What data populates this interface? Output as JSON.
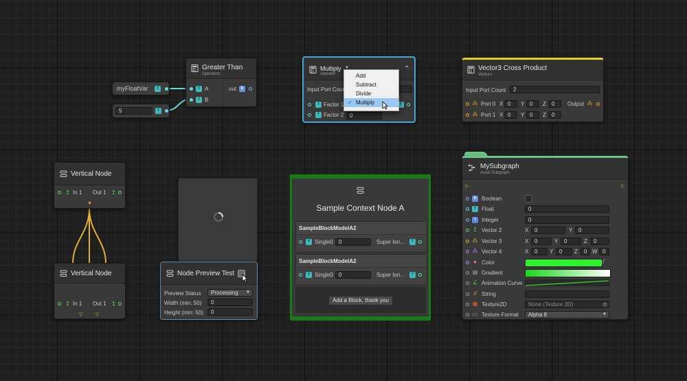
{
  "float_var": {
    "label": "myFloatVar"
  },
  "float_const": {
    "value": "5"
  },
  "greater_than": {
    "title": "Greater Than",
    "subtitle": "Operators",
    "port_a": "A",
    "port_b": "B",
    "port_out": "out"
  },
  "multiply": {
    "title": "Multiply",
    "subtitle": "operator",
    "input_port_count_label": "Input Port Count",
    "factor1": "Factor 1",
    "factor2": "Factor 2",
    "factor2_value": "0",
    "dropdown": [
      "Add",
      "Subtract",
      "Divide",
      "Multiply"
    ],
    "selected": "Multiply"
  },
  "cross_product": {
    "title": "Vector3 Cross Product",
    "subtitle": "Vectors",
    "input_port_count_label": "Input Port Count",
    "input_port_count": "2",
    "port0": "Port 0",
    "port1": "Port 1",
    "output": "Output",
    "x": "X",
    "y": "Y",
    "z": "Z",
    "zero": "0"
  },
  "vertical_node_top": {
    "title": "Vertical Node",
    "in": "In 1",
    "out": "Out 1"
  },
  "vertical_node_bottom": {
    "title": "Vertical Node",
    "in": "In 1",
    "out": "Out 1"
  },
  "node_preview": {
    "title": "Node Preview Test",
    "status_label": "Preview Status",
    "status_value": "Processing",
    "width_label": "Width (min: 50)",
    "width_value": "0",
    "height_label": "Height (min: 50)",
    "height_value": "0"
  },
  "context": {
    "title": "Sample Context Node A",
    "block1": {
      "title": "SampleBlockModelA2",
      "port": "Single0",
      "value": "0",
      "out": "Super lon..."
    },
    "block2": {
      "title": "SampleBlockModelA2",
      "port": "Single0",
      "value": "0",
      "out": "Super lon..."
    },
    "add_button": "Add a Block, thank you"
  },
  "subgraph": {
    "title": "MySubgraph",
    "subtitle": "Asset Subgraph",
    "rows": {
      "boolean": "Boolean",
      "float": "Float",
      "integer": "Integer",
      "vector2": "Vector 2",
      "vector3": "Vector 3",
      "vector4": "Vector 4",
      "color": "Color",
      "gradient": "Gradient",
      "curve": "Animation Curve",
      "string": "String",
      "texture": "Texture2D",
      "texture_format": "Texture Format"
    },
    "float_value": "0",
    "integer_value": "0",
    "x": "X",
    "y": "Y",
    "z": "Z",
    "w": "W",
    "zero": "0",
    "texture_value": "None (Texture 2D)",
    "format_value": "Alpha 8"
  },
  "colors": {
    "selection": "#43a6d8",
    "wire_yellow": "#e0b030",
    "wire_teal": "#6ad8d8",
    "context_green": "#1a7a1a",
    "subgraph_green": "#6cc488",
    "cross_product_yellow": "#e8d020"
  }
}
